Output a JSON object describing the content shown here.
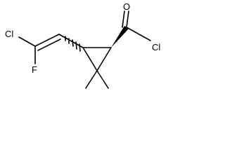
{
  "molecule": {
    "atoms": {
      "cl_vinyl": "Cl",
      "f_vinyl": "F",
      "o_carbonyl": "O",
      "cl_acyl": "Cl"
    },
    "stereo": {
      "left_ring_carbon": "hashed-wedge",
      "right_ring_carbon": "solid-wedge"
    },
    "colors": {
      "bond": "#000000",
      "label": "#000000",
      "background": "#ffffff"
    }
  }
}
